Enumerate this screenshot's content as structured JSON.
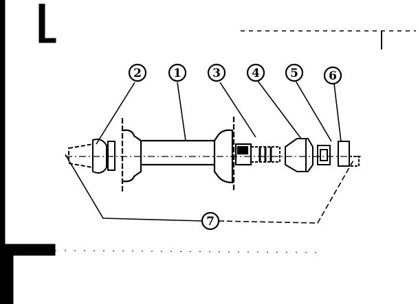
{
  "diagram": {
    "callouts": [
      {
        "id": "2",
        "label": "2",
        "part": "left-flange-assembly"
      },
      {
        "id": "1",
        "label": "1",
        "part": "hub-shell"
      },
      {
        "id": "3",
        "label": "3",
        "part": "right-flange-assembly"
      },
      {
        "id": "4",
        "label": "4",
        "part": "freewheel-cone"
      },
      {
        "id": "5",
        "label": "5",
        "part": "spacer-washer"
      },
      {
        "id": "6",
        "label": "6",
        "part": "locknut"
      },
      {
        "id": "7",
        "label": "7",
        "part": "axle-assembly"
      }
    ],
    "colors": {
      "ink": "#000000",
      "paper": "#ffffff"
    }
  }
}
